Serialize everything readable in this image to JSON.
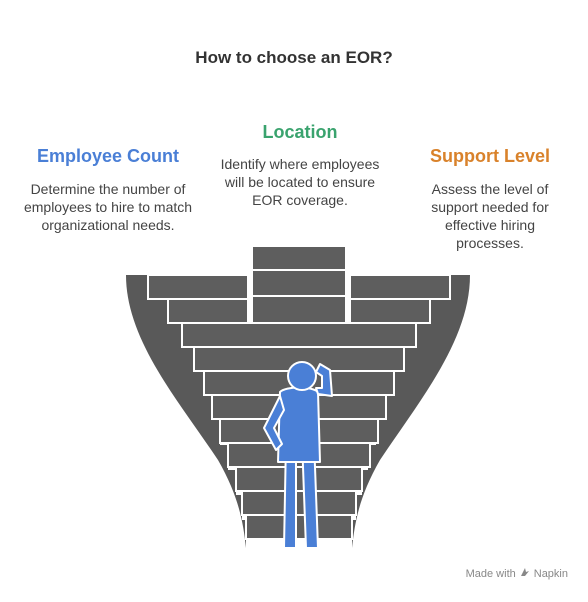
{
  "title": "How to choose an EOR?",
  "options": [
    {
      "heading": "Employee Count",
      "description": "Determine the number of employees to hire to match organizational needs.",
      "color": "#4a7fd6"
    },
    {
      "heading": "Location",
      "description": "Identify where employees will be located to ensure EOR coverage.",
      "color": "#3aa36e"
    },
    {
      "heading": "Support Level",
      "description": "Assess the level of support needed for effective hiring processes.",
      "color": "#d9822b"
    }
  ],
  "figure_color": "#4a7fd6",
  "stair_color": "#595959",
  "footer": {
    "made_with": "Made with",
    "brand": "Napkin"
  }
}
